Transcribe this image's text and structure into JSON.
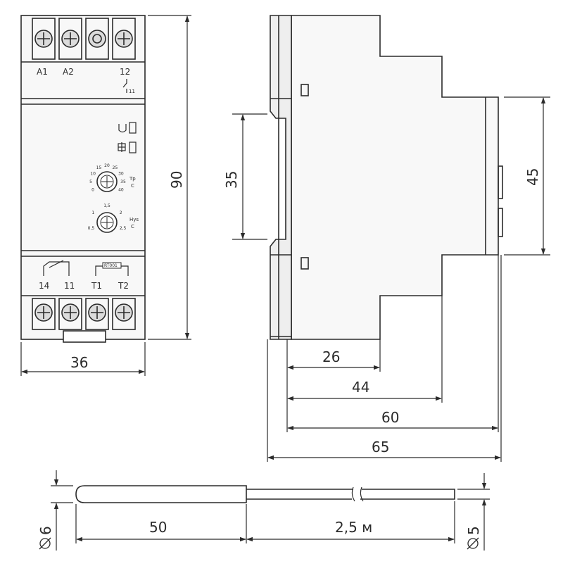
{
  "front_view": {
    "top_terminals": [
      "A1",
      "A2",
      "12"
    ],
    "contact_sub": "11",
    "bottom_terminals": [
      "14",
      "11",
      "T1",
      "T2"
    ],
    "sensor_label": "RT001",
    "dial1_label_top": "Tp",
    "dial1_label_bottom": "C",
    "dial1_scale": [
      "0",
      "5",
      "10",
      "15",
      "20",
      "25",
      "30",
      "35",
      "40"
    ],
    "dial2_label_top": "Hys",
    "dial2_label_bottom": "C",
    "dial2_scale": [
      "0,5",
      "1",
      "1,5",
      "2",
      "2,5"
    ],
    "width_dim": "36",
    "height_dim": "90"
  },
  "side_view": {
    "rail_dim": "35",
    "front_dim": "45",
    "depth_dims": [
      "26",
      "44",
      "60",
      "65"
    ]
  },
  "probe": {
    "tip_diameter": "6",
    "tip_length": "50",
    "cable_length": "2,5 м",
    "cable_diameter": "5"
  },
  "colors": {
    "line": "#2b2b2b",
    "body_fill": "#f4f4f4",
    "screw_fill": "#dcdcdc"
  }
}
